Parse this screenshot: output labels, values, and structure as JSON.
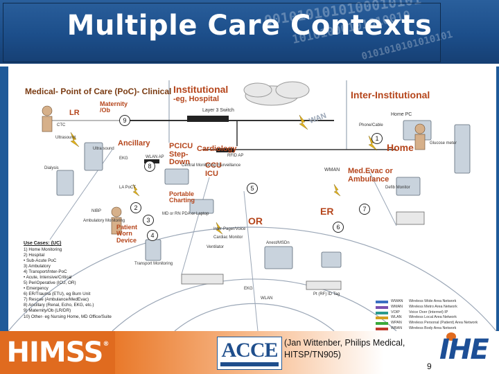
{
  "slide": {
    "title": "Multiple Care Contexts",
    "accent_colors": {
      "title_bg": "#1c4e8a",
      "footer_orange": "#e06b1f",
      "label_orange": "#b5451b"
    },
    "binary_text": [
      "0010101010100010101",
      "10101000101010010",
      "0101010101010101"
    ]
  },
  "diagram": {
    "zones": {
      "medical": "Medical- Point of Care (PoC)- Clinical",
      "institutional": "Institutional",
      "hospital": "-eg, Hospital",
      "inter_institutional": "Inter-Institutional",
      "lr": "LR",
      "maternity": "Maternity /Ob",
      "ancillary": "Ancillary",
      "picicu": "PCICU Step-Down",
      "cardiology": "Cardiology",
      "ccu": "CCU ICU",
      "medevac": "Med.Evac or Ambulance",
      "or": "OR",
      "er": "ER",
      "home": "Home",
      "home_pc": "Home PC",
      "patient_worn": "Patient Worn Device",
      "portable_charting": "Portable Charting",
      "wan": "WAN",
      "wman": "WMAN",
      "layer3": "Layer 3 Switch"
    },
    "numbers": [
      "1",
      "2",
      "3",
      "4",
      "5",
      "6",
      "7",
      "8",
      "9"
    ],
    "small_labels": {
      "ultrasound": "Ultrasound",
      "dialysis": "Dialysis",
      "ultra_sound": "Ultra sound",
      "ekg": "EKG",
      "la_poct": "LA PoCT",
      "nibp": "NIBP",
      "ambulatory": "Ambulatory Monitoring",
      "central": "Central Monitoring /Surveillance",
      "md_rn": "MD or RN PDA or Laptop",
      "wlan_ap": "WLAN AP",
      "rfid_ap": "RFID AP",
      "cardiac_monitor": "Cardiac Monitor",
      "ventilator": "Ventilator",
      "transport": "Transport Monitoring",
      "anesthesia": "Anest/MSDn",
      "voice": "Inter-Pager/Voice",
      "defib": "Defib Monitor",
      "phone_cable": "Phone/Cable",
      "glucose": "Glucose meter",
      "rf_tag": "Pt (RF) ID Tag",
      "wlan_bottom": "WLAN",
      "ekg2": "EKG",
      "ctc": "CTC"
    },
    "use_cases": {
      "title": "Use Cases: (UC)",
      "items": [
        "1) Home Monitoring",
        "2) Hospital",
        "  • Sub-Acute PoC",
        "3)   Ambulatory",
        "4)   Transport/Inter-PoC",
        "  • Acute, Intensive/Critical",
        "5)   PeriOperative (ICU, OR)",
        "  • Emergency",
        "6)   ER/Trauma (ETU), eg Burn Unit",
        "7)   Rescue (Ambulance/MedEvac)",
        "8)   Ancillary (Renal, Echo, EKG, etc.)",
        "9)   Maternity/Ob (LR/DR)",
        "10) Other- eg Nursing Home, MD Office/Suite"
      ]
    },
    "legend": [
      {
        "code": "WWAN",
        "text": "Wireless Wide Area Network",
        "color": "#3a6fc2"
      },
      {
        "code": "WMAN",
        "text": "Wireless Metro Area Network",
        "color": "#7a4fb0"
      },
      {
        "code": "VOIP",
        "text": "Voice Over (Internet) IP",
        "color": "#2b9a8c"
      },
      {
        "code": "WLAN",
        "text": "Wireless Local Area Network",
        "color": "#d4a11f"
      },
      {
        "code": "WPAN",
        "text": "Wireless Personal (Patient) Area Network",
        "color": "#3aa83a"
      },
      {
        "code": "WBAN",
        "text": "Wireless Body Area Network",
        "color": "#c0392b"
      }
    ]
  },
  "footer": {
    "himss": "HIMSS",
    "himss_tm": "®",
    "acce": "ACCE",
    "credit": "(Jan Wittenber, Philips Medical, HITSP/TN905)",
    "page_number": "9",
    "ihe": "IHE"
  }
}
